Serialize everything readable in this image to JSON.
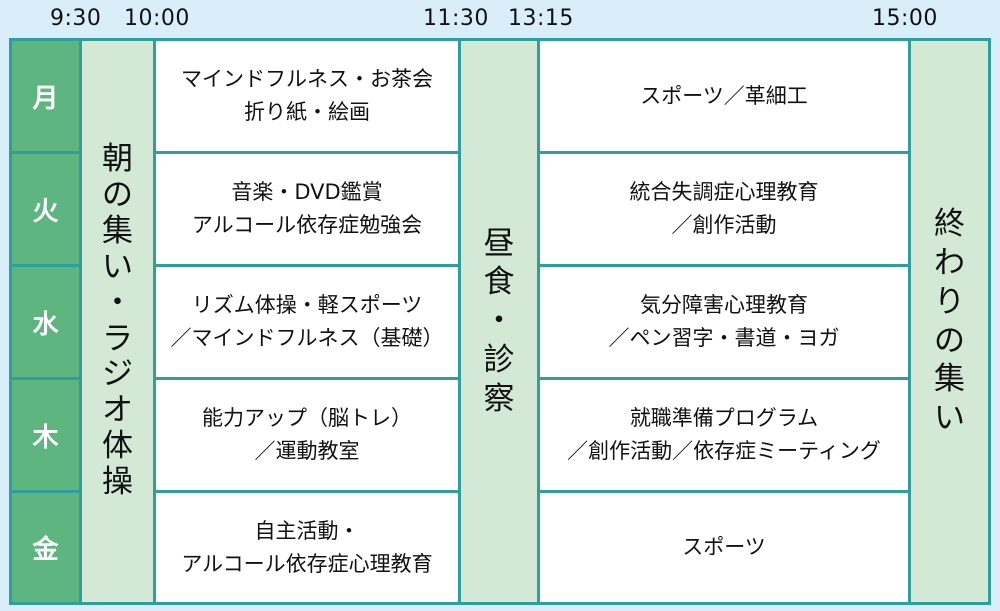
{
  "times": [
    "9:30",
    "10:00",
    "11:30",
    "13:15",
    "15:00"
  ],
  "days": [
    "月",
    "火",
    "水",
    "木",
    "金"
  ],
  "bands": {
    "morning": [
      "朝",
      "の",
      "集",
      "い",
      "・",
      "ラ",
      "ジ",
      "オ",
      "体",
      "操"
    ],
    "lunch": [
      "昼",
      "食",
      "・",
      "診",
      "察"
    ],
    "closing": [
      "終",
      "わ",
      "り",
      "の",
      "集",
      "い"
    ]
  },
  "morning_activities": [
    [
      "マインドフルネス・お茶会",
      "折り紙・絵画"
    ],
    [
      "音楽・DVD鑑賞",
      "アルコール依存症勉強会"
    ],
    [
      "リズム体操・軽スポーツ",
      "／マインドフルネス（基礎）"
    ],
    [
      "能力アップ（脳トレ）",
      "／運動教室"
    ],
    [
      "自主活動・",
      "アルコール依存症心理教育"
    ]
  ],
  "afternoon_activities": [
    [
      "スポーツ／革細工"
    ],
    [
      "統合失調症心理教育",
      "／創作活動"
    ],
    [
      "気分障害心理教育",
      "／ペン習字・書道・ヨガ"
    ],
    [
      "就職準備プログラム",
      "／創作活動／依存症ミーティング"
    ],
    [
      "スポーツ"
    ]
  ]
}
